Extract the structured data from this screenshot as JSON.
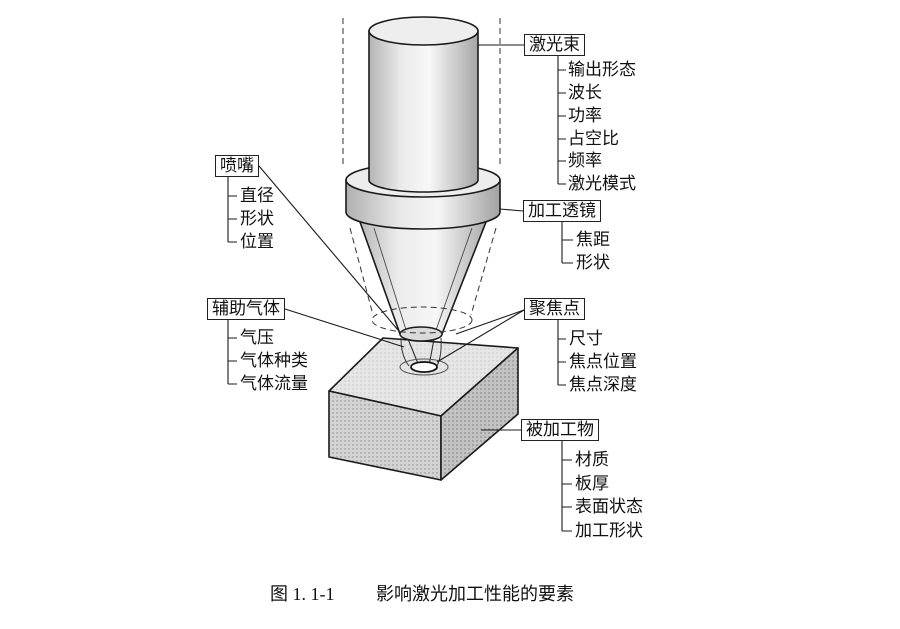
{
  "figure": {
    "caption_number": "图 1. 1-1",
    "caption_title": "影响激光加工性能的要素"
  },
  "labels": {
    "laser_beam": {
      "title": "激光束",
      "items": [
        "输出形态",
        "波长",
        "功率",
        "占空比",
        "频率",
        "激光模式"
      ]
    },
    "lens": {
      "title": "加工透镜",
      "items": [
        "焦距",
        "形状"
      ]
    },
    "focus": {
      "title": "聚焦点",
      "items": [
        "尺寸",
        "焦点位置",
        "焦点深度"
      ]
    },
    "workpiece": {
      "title": "被加工物",
      "items": [
        "材质",
        "板厚",
        "表面状态",
        "加工形状"
      ]
    },
    "nozzle": {
      "title": "喷嘴",
      "items": [
        "直径",
        "形状",
        "位置"
      ]
    },
    "assist_gas": {
      "title": "辅助气体",
      "items": [
        "气压",
        "气体种类",
        "气体流量"
      ]
    }
  }
}
